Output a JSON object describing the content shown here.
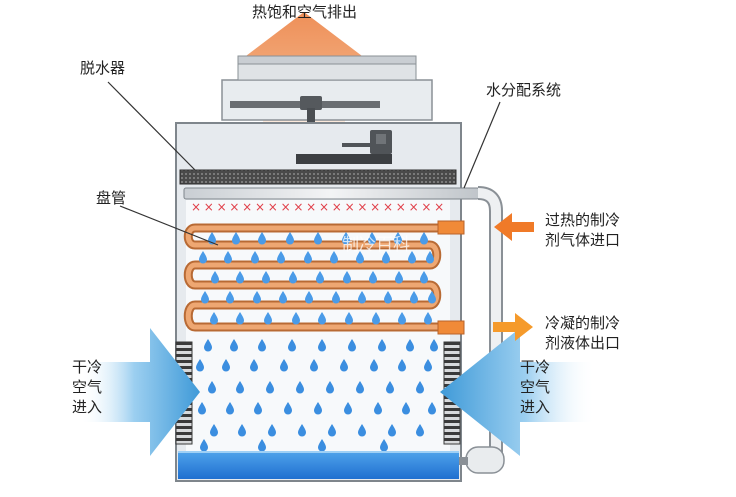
{
  "labels": {
    "exhaust": "热饱和空气排出",
    "drift_eliminator": "脱水器",
    "distribution_system": "水分配系统",
    "coil": "盘管",
    "inlet_line1": "过热的制冷",
    "inlet_line2": "剂气体进口",
    "outlet_line1": "冷凝的制冷",
    "outlet_line2": "剂液体出口",
    "air_left_line1": "干冷",
    "air_left_line2": "空气",
    "air_left_line3": "进入",
    "air_right_line1": "干冷",
    "air_right_line2": "空气",
    "air_right_line3": "进入"
  },
  "watermark": "制冷百科",
  "colors": {
    "casing": "#e6eaee",
    "coil": "#e49a5c",
    "water": "#3d8fe0",
    "air_arrow": "#4fa6e0",
    "exhaust_arrow": "#f0a070",
    "inlet_arrow": "#f07a28",
    "outlet_arrow": "#f59a2b",
    "spray_mark": "#e0404a"
  }
}
